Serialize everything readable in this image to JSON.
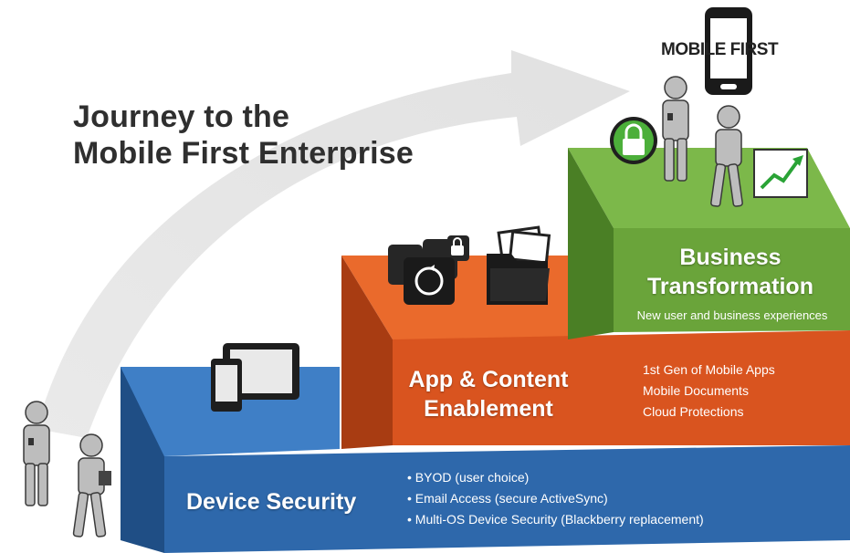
{
  "title": {
    "line1": "Journey to the",
    "line2": "Mobile First Enterprise"
  },
  "mobile_first": {
    "label": "MOBILE FIRST"
  },
  "steps": {
    "device_security": {
      "label": "Device Security",
      "color": "#2e68ab",
      "bullets": [
        "• BYOD (user choice)",
        "• Email Access (secure ActiveSync)",
        "• Multi-OS Device Security (Blackberry replacement)"
      ]
    },
    "app_content": {
      "label_line1": "App & Content",
      "label_line2": "Enablement",
      "color": "#d9541f",
      "bullets": [
        "1st Gen of Mobile Apps",
        "Mobile Documents",
        "Cloud Protections"
      ]
    },
    "business_transformation": {
      "label_line1": "Business",
      "label_line2": "Transformation",
      "subtitle": "New user and business experiences",
      "color": "#6aa43a"
    }
  },
  "icons": [
    "tablet-phone-icon",
    "app-sync-icon",
    "lock-icon",
    "folder-documents-icon",
    "padlock-badge-icon",
    "growth-chart-icon",
    "smartphone-icon",
    "person-icon"
  ]
}
